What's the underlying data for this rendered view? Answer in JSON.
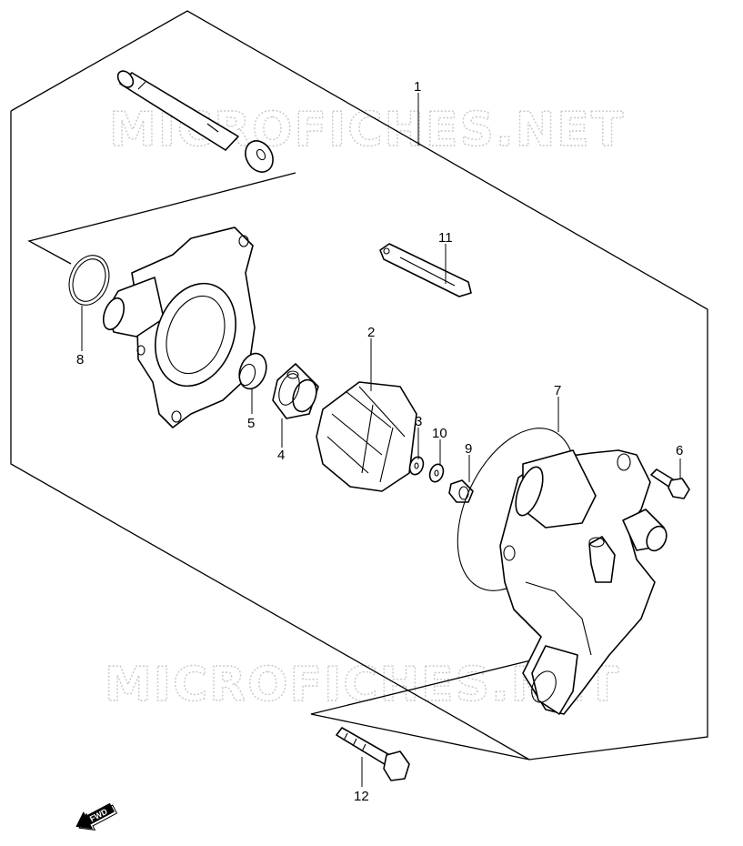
{
  "watermarks": [
    "MICROFICHES.NET",
    "MICROFICHES.NET"
  ],
  "callouts": [
    {
      "id": "1",
      "label": "1"
    },
    {
      "id": "2",
      "label": "2"
    },
    {
      "id": "3",
      "label": "3"
    },
    {
      "id": "4",
      "label": "4"
    },
    {
      "id": "5",
      "label": "5"
    },
    {
      "id": "6",
      "label": "6"
    },
    {
      "id": "7",
      "label": "7"
    },
    {
      "id": "8",
      "label": "8"
    },
    {
      "id": "9",
      "label": "9"
    },
    {
      "id": "10",
      "label": "10"
    },
    {
      "id": "11",
      "label": "11"
    },
    {
      "id": "12",
      "label": "12"
    }
  ],
  "direction_arrow": {
    "label": "FWD"
  }
}
